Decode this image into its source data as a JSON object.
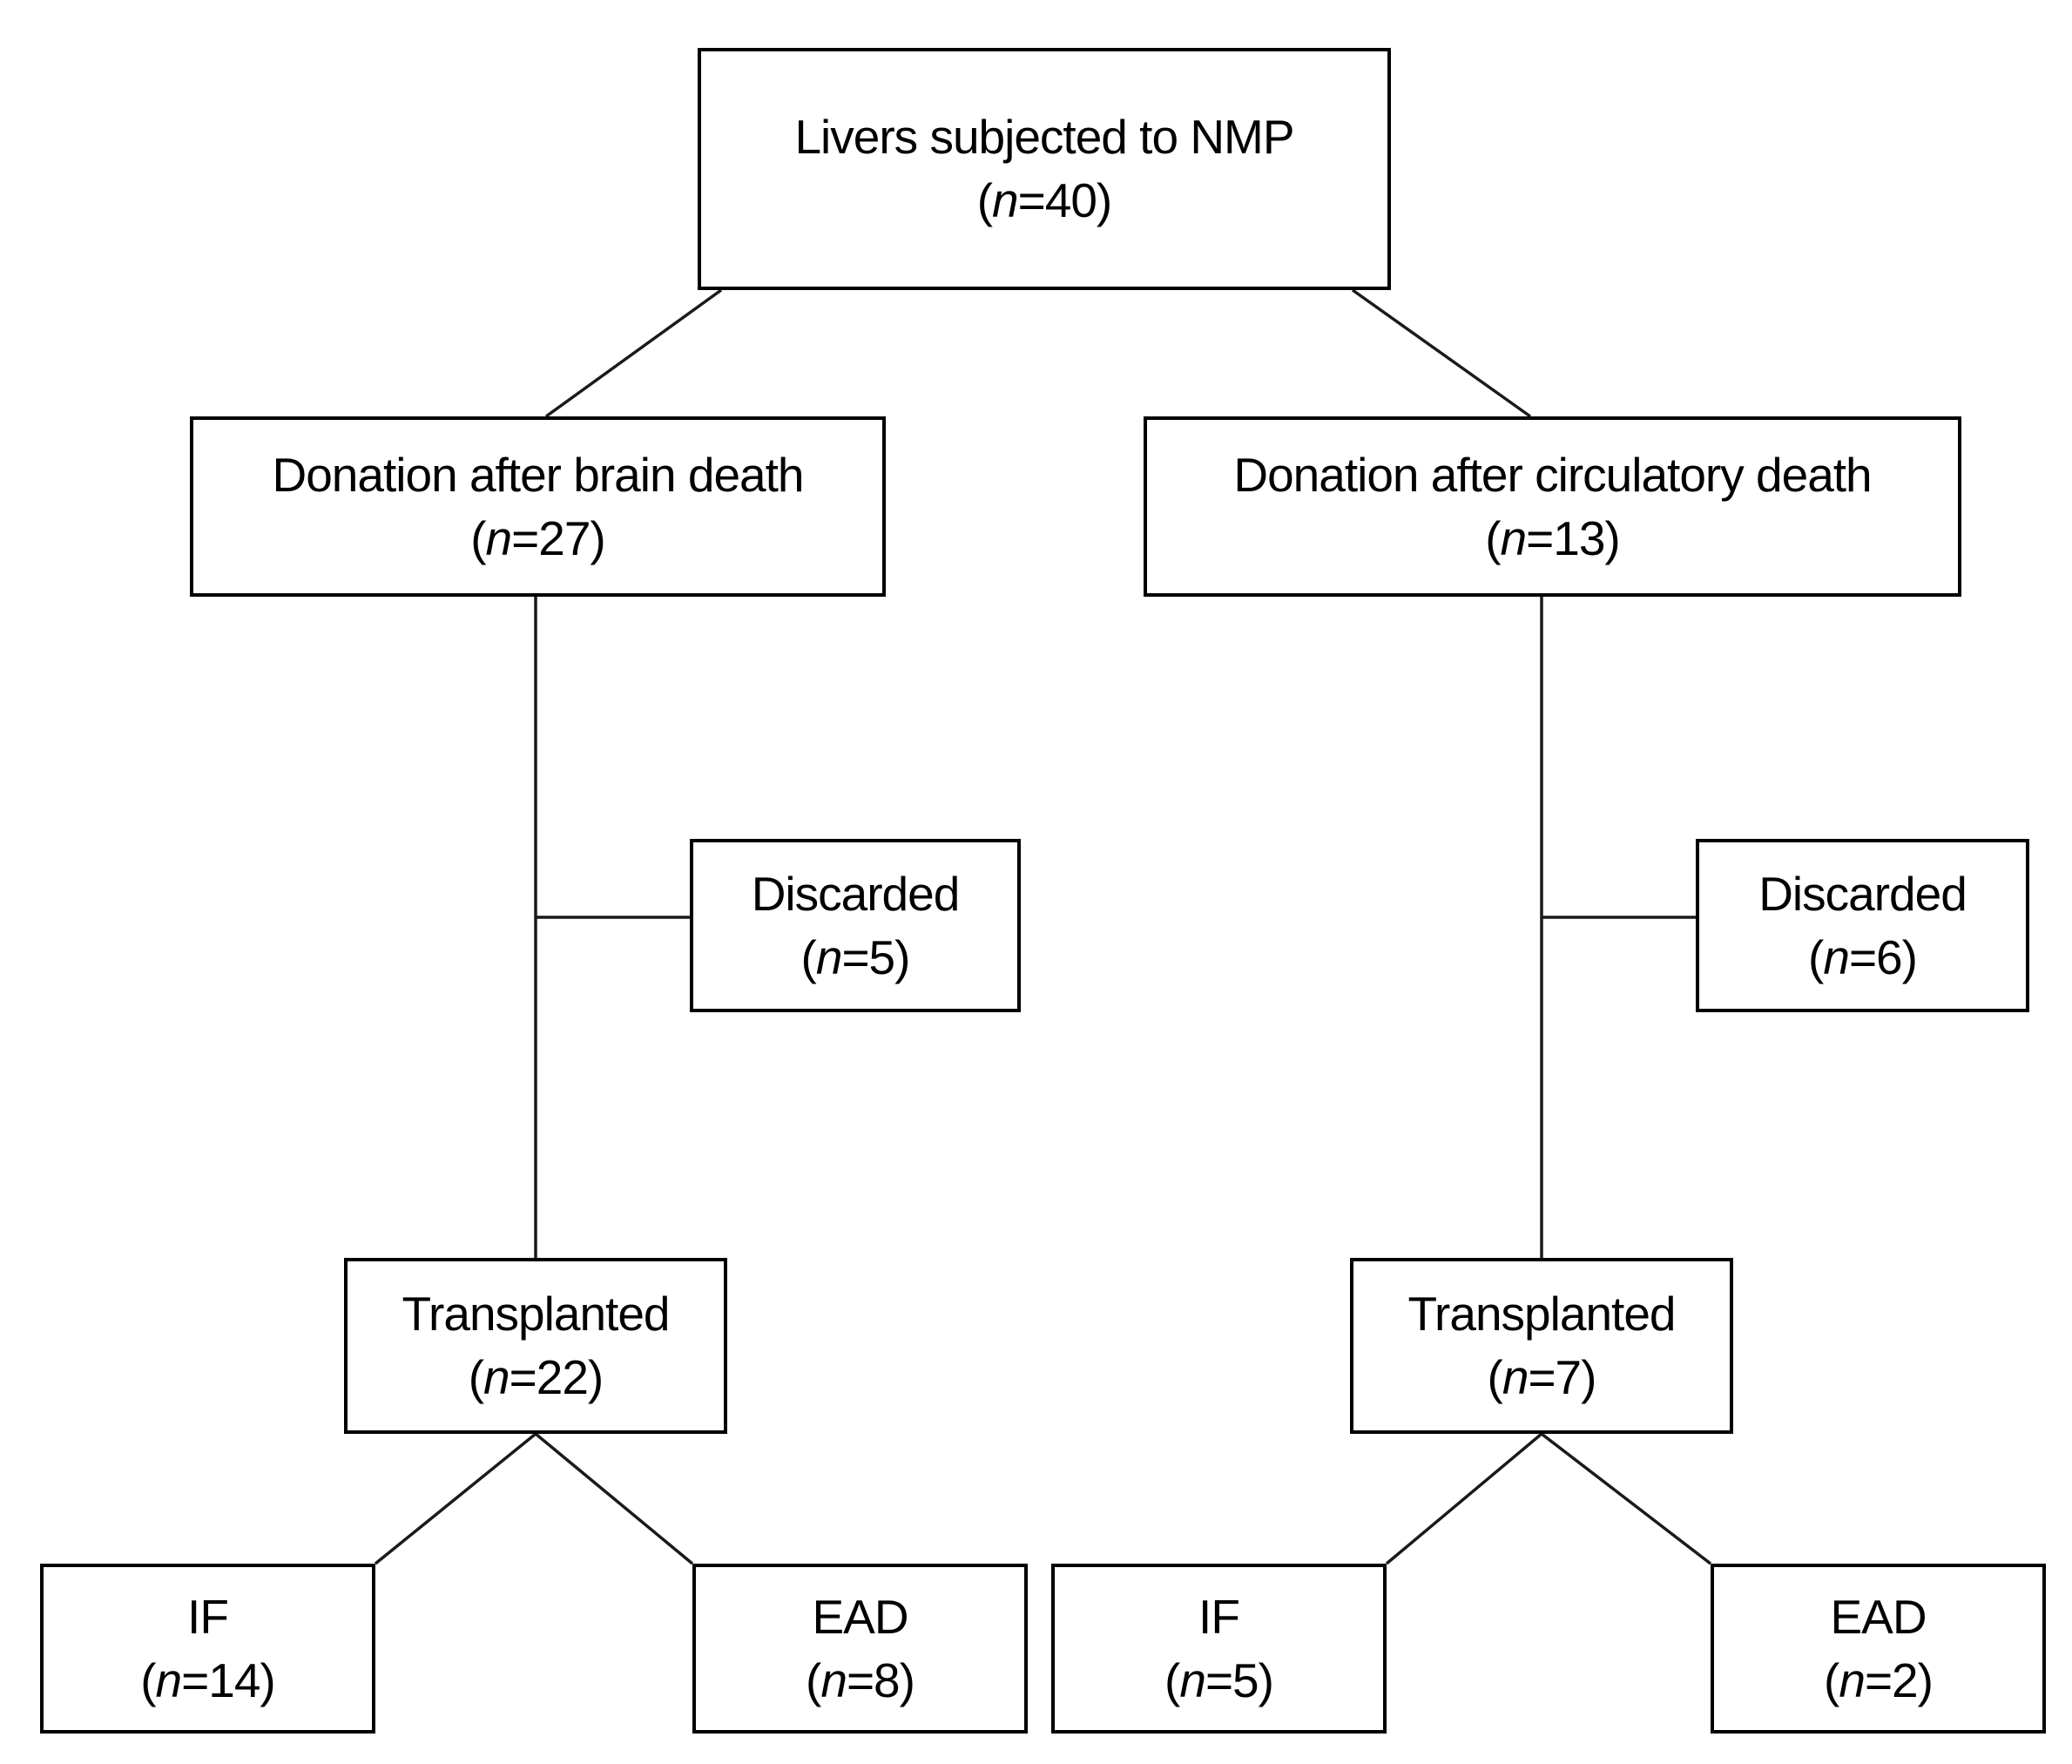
{
  "diagram": {
    "nodes": {
      "root": {
        "label": "Livers subjected to NMP",
        "n": "(n=40)"
      },
      "dbd": {
        "label": "Donation after brain death",
        "n": "(n=27)"
      },
      "dcd": {
        "label": "Donation after circulatory death",
        "n": "(n=13)"
      },
      "discarded_dbd": {
        "label": "Discarded",
        "n": "(n=5)"
      },
      "discarded_dcd": {
        "label": "Discarded",
        "n": "(n=6)"
      },
      "transplanted_dbd": {
        "label": "Transplanted",
        "n": "(n=22)"
      },
      "transplanted_dcd": {
        "label": "Transplanted",
        "n": "(n=7)"
      },
      "if_dbd": {
        "label": "IF",
        "n": "(n=14)"
      },
      "ead_dbd": {
        "label": "EAD",
        "n": "(n=8)"
      },
      "if_dcd": {
        "label": "IF",
        "n": "(n=5)"
      },
      "ead_dcd": {
        "label": "EAD",
        "n": "(n=2)"
      }
    },
    "colors": {
      "box_border": "#000000",
      "box_fill": "#ffffff",
      "text": "#000000",
      "line": "#1a1a1a"
    }
  }
}
